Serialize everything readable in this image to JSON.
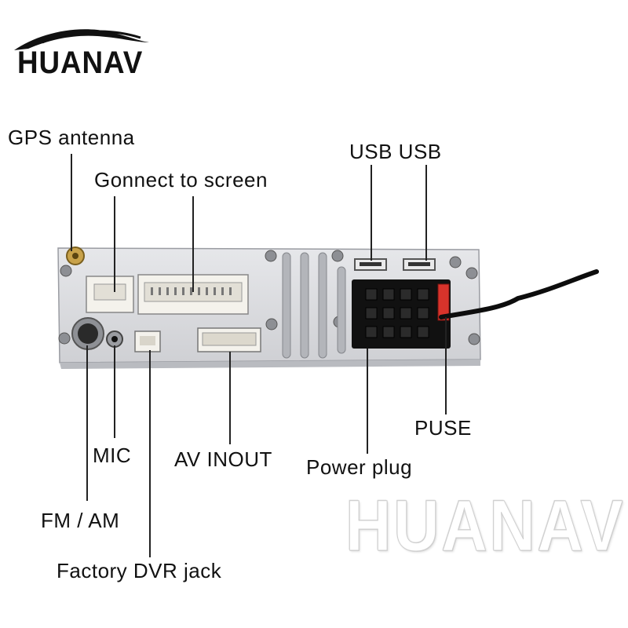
{
  "brand": {
    "name": "HUANAV",
    "watermark": "HUANAV"
  },
  "labels": {
    "gps": "GPS antenna",
    "screen": "Gonnect to screen",
    "usb": "USB USB",
    "puse": "PUSE",
    "power": "Power plug",
    "av": "AV INOUT",
    "mic": "MIC",
    "fm": "FM / AM",
    "dvr": "Factory DVR jack"
  },
  "colors": {
    "panel": "#d9dadd",
    "connector": "#f4f2ec",
    "plug": "#111111",
    "fuse": "#d8332b"
  }
}
